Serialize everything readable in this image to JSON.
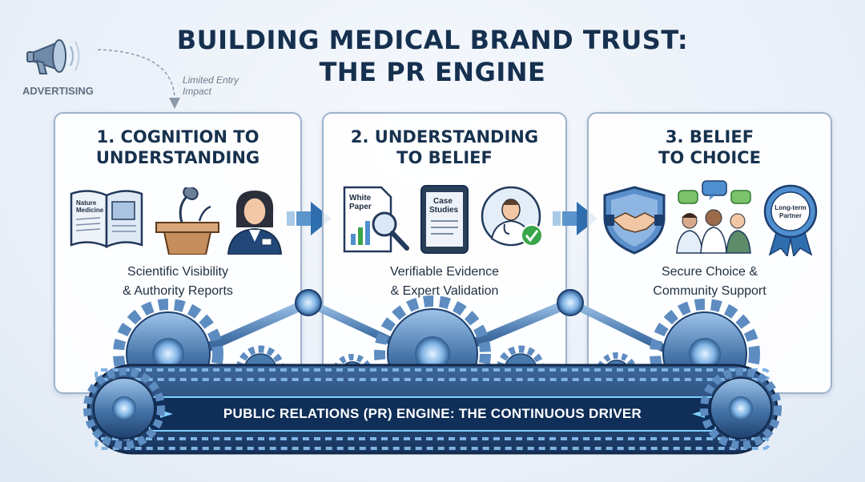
{
  "title": {
    "line1": "BUILDING MEDICAL BRAND TRUST:",
    "line2": "THE PR ENGINE"
  },
  "advertising": {
    "label": "ADVERTISING",
    "note": "Limited Entry Impact",
    "icon": "megaphone-icon"
  },
  "stages": [
    {
      "title_line1": "1. COGNITION TO",
      "title_line2": "UNDERSTANDING",
      "desc_line1": "Scientific Visibility",
      "desc_line2": "& Authority Reports",
      "journal_text": "Nature Medicine",
      "icons": [
        "journal-icon",
        "podium-microphone-icon",
        "spokesperson-icon"
      ]
    },
    {
      "title_line1": "2. UNDERSTANDING",
      "title_line2": "TO BELIEF",
      "desc_line1": "Verifiable Evidence",
      "desc_line2": "& Expert Validation",
      "white_paper_text": "White Paper",
      "case_studies_text": "Case Studies",
      "icons": [
        "white-paper-icon",
        "case-studies-tablet-icon",
        "doctor-check-icon"
      ]
    },
    {
      "title_line1": "3. BELIEF",
      "title_line2": "TO CHOICE",
      "desc_line1": "Secure Choice &",
      "desc_line2": "Community Support",
      "badge_text": "Long-term Partner",
      "icons": [
        "handshake-shield-icon",
        "community-chat-icon",
        "ribbon-badge-icon"
      ]
    }
  ],
  "engine": {
    "banner": "PUBLIC RELATIONS (PR) ENGINE: THE CONTINUOUS DRIVER"
  },
  "colors": {
    "title": "#16304f",
    "panel_border": "#9db2c9",
    "steel_blue": "#4a79ad",
    "dark_blue": "#1d3f6e",
    "glow": "#7fd0ff",
    "check_green": "#3aa64a"
  }
}
